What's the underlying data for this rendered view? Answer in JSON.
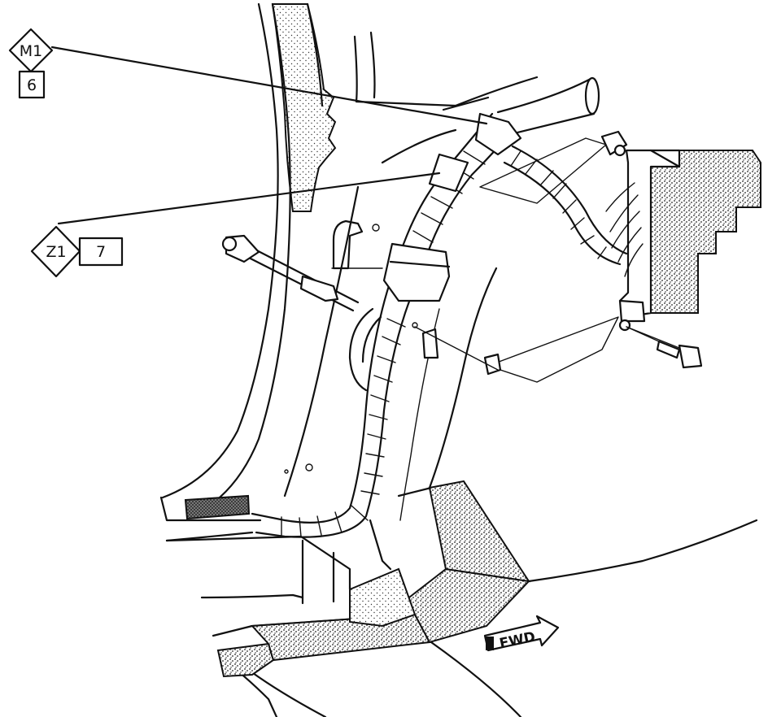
{
  "callouts": [
    {
      "code": "M1",
      "number": "6"
    },
    {
      "code": "Z1",
      "number": "7"
    }
  ],
  "direction_arrow": {
    "text": "FWD"
  }
}
